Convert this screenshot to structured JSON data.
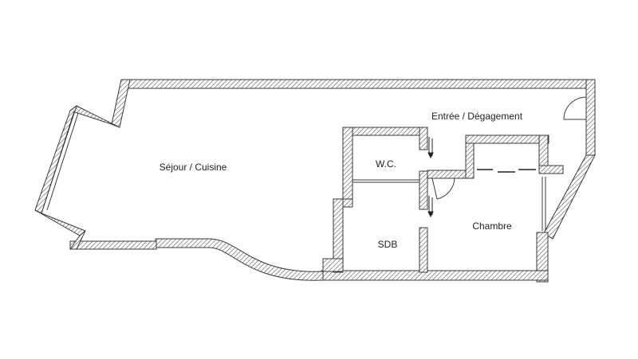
{
  "plan": {
    "rooms": {
      "sejour": "Séjour / Cuisine",
      "entree": "Entrée / Dégagement",
      "wc": "W.C.",
      "sdb": "SDB",
      "chambre": "Chambre"
    },
    "colors": {
      "wall_line": "#3a3a3a",
      "hatch": "#555555",
      "background": "#ffffff"
    }
  }
}
